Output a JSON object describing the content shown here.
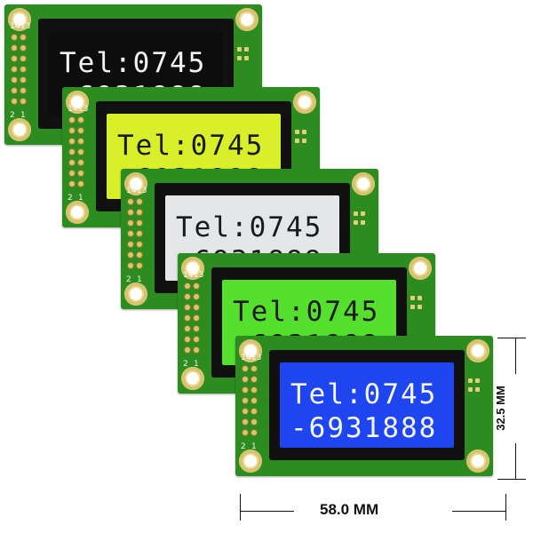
{
  "lcd_text": {
    "line1": "Tel:0745",
    "line2": "-6931888"
  },
  "pin_labels": {
    "top_left": "14",
    "top_right": "13",
    "bottom_left": "2",
    "bottom_right": "1"
  },
  "modules": [
    {
      "name": "black",
      "screen_color": "#0d0d0d",
      "text_color": "#f2f2f2"
    },
    {
      "name": "yellow-green",
      "screen_color": "#d8ef2a",
      "text_color": "#1a1a1a"
    },
    {
      "name": "gray",
      "screen_color": "#e4e6e8",
      "text_color": "#1a1a1a"
    },
    {
      "name": "green",
      "screen_color": "#55e02e",
      "text_color": "#1a1a1a"
    },
    {
      "name": "blue",
      "screen_color": "#1f45f0",
      "text_color": "#f4f6ff"
    }
  ],
  "dimensions": {
    "width_label": "58.0 MM",
    "height_label": "32.5 MM"
  },
  "colors": {
    "pcb": "#2d8c1f",
    "frame": "#111111",
    "background": "#ffffff"
  }
}
